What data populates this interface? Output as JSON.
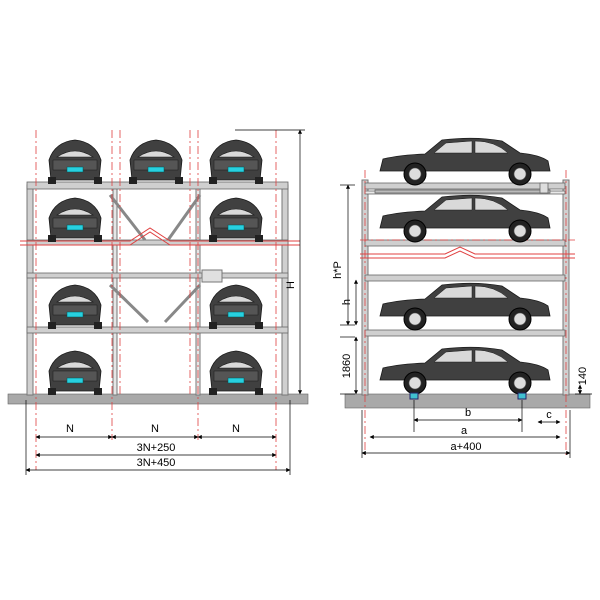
{
  "colors": {
    "frame": "#8c8c8c",
    "frame_dark": "#555555",
    "ground": "#a9a9a9",
    "car_body": "#404040",
    "car_window": "#d9d9d9",
    "car_outline": "#1a1a1a",
    "plate": "#27d0e0",
    "axis_red": "#e04040",
    "platform": "#bdbdbd",
    "dimension": "#000000"
  },
  "front_view": {
    "dim_N_left": "N",
    "dim_N_mid": "N",
    "dim_N_right": "N",
    "dim_total_inner": "3N+250",
    "dim_total_outer": "3N+450",
    "dim_height": "H"
  },
  "side_view": {
    "dim_hP": "h*P",
    "dim_h": "h",
    "dim_1860": "1860",
    "dim_140": "140",
    "dim_b": "b",
    "dim_a": "a",
    "dim_c": "c",
    "dim_a400": "a+400"
  }
}
